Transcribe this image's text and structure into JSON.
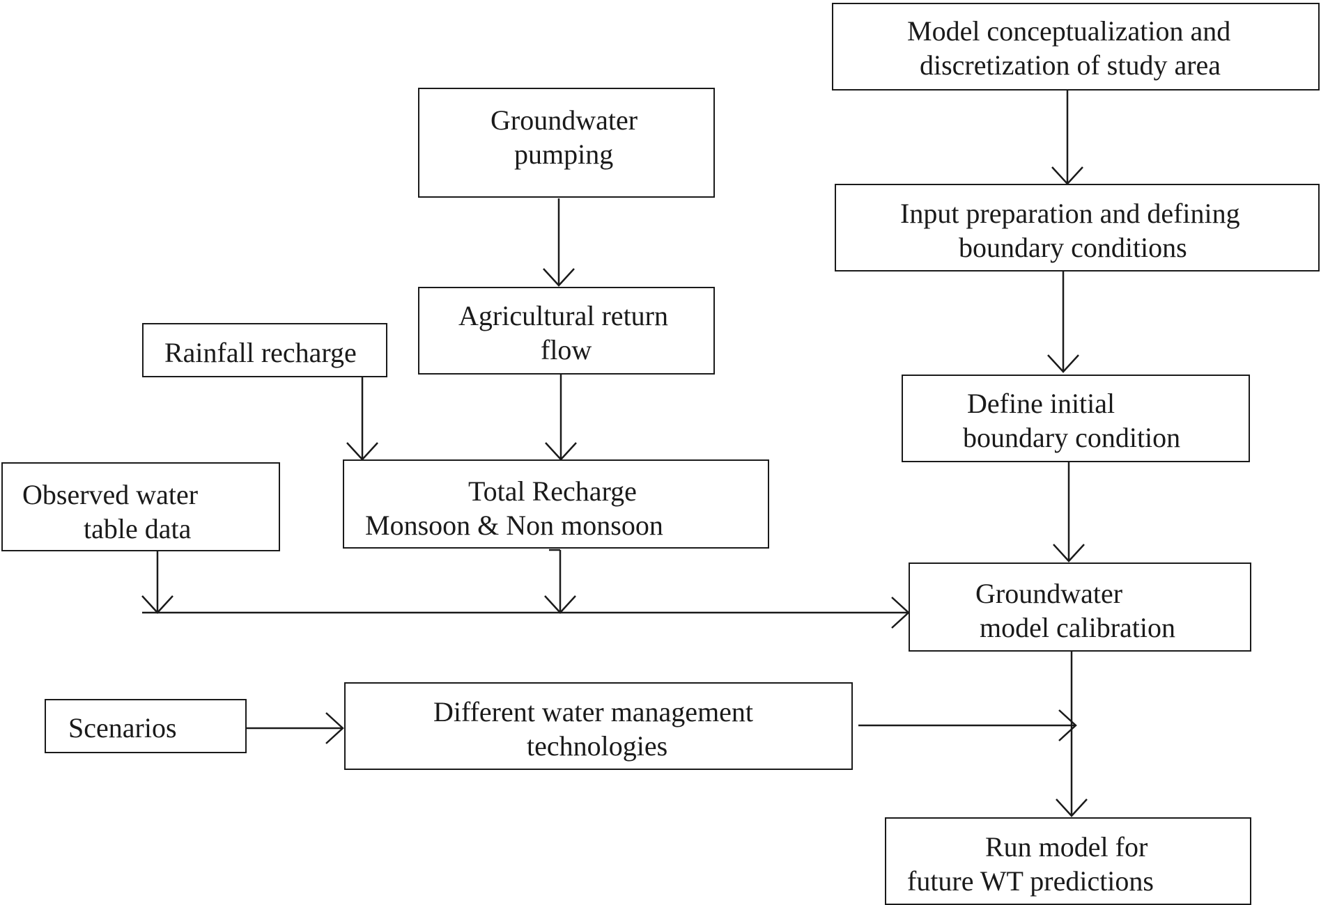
{
  "nodes": {
    "model_concept": {
      "lines": [
        "Model conceptualization and",
        "discretization of study area"
      ]
    },
    "gw_pumping": {
      "lines": [
        "Groundwater",
        "pumping"
      ]
    },
    "input_prep": {
      "lines": [
        "Input preparation and defining",
        "boundary conditions"
      ]
    },
    "agri_return": {
      "lines": [
        "Agricultural return",
        "flow"
      ]
    },
    "rainfall": {
      "lines": [
        "Rainfall recharge"
      ]
    },
    "define_initial": {
      "lines": [
        "Define initial",
        "boundary condition"
      ]
    },
    "observed": {
      "lines": [
        "Observed water",
        "table data"
      ]
    },
    "total_recharge": {
      "lines": [
        "Total Recharge",
        "Monsoon & Non monsoon"
      ]
    },
    "gw_calibration": {
      "lines": [
        "Groundwater",
        "model calibration"
      ]
    },
    "scenarios": {
      "lines": [
        "Scenarios"
      ]
    },
    "water_mgmt": {
      "lines": [
        "Different water management",
        "technologies"
      ]
    },
    "run_model": {
      "lines": [
        "Run model for",
        "future WT predictions"
      ]
    }
  }
}
